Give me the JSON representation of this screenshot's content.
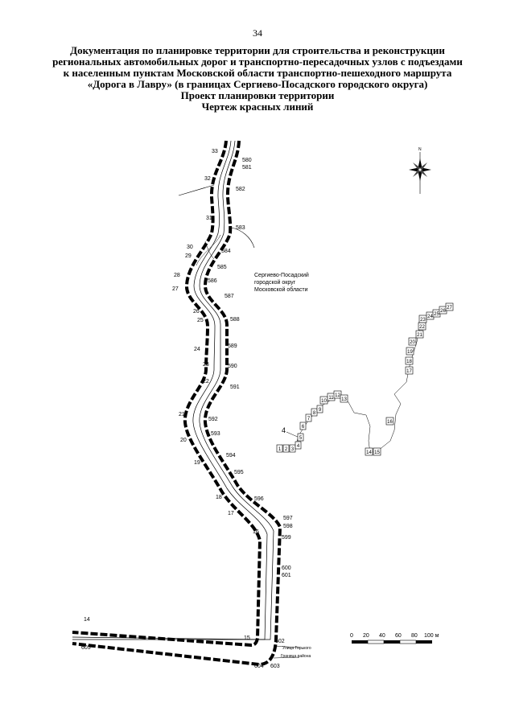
{
  "page_number": "34",
  "title_lines": [
    "Документация по планировке территории для строительства и реконструкции",
    "региональных автомобильных дорог и транспортно-пересадочных узлов с подъездами",
    "к населенным пунктам Московской области транспортно-пешеходного маршрута",
    "«Дорога в Лавру» (в границах Сергиево-Посадского городского округа)",
    "Проект планировки территории",
    "Чертеж красных линий"
  ],
  "region_label": [
    "Сергиево-Посадский",
    "городской округ",
    "Московской области"
  ],
  "north_label": "N",
  "left_points": [
    "33",
    "32",
    "31",
    "30",
    "29",
    "28",
    "27",
    "26",
    "25",
    "24",
    "23",
    "22",
    "21",
    "20",
    "19",
    "18",
    "17",
    "16",
    "15",
    "14",
    "605",
    "604"
  ],
  "right_points": [
    "580",
    "581",
    "582",
    "583",
    "584",
    "585",
    "586",
    "587",
    "588",
    "589",
    "590",
    "591",
    "592",
    "593",
    "594",
    "595",
    "596",
    "597",
    "598",
    "599",
    "600",
    "601",
    "602",
    "603"
  ],
  "street_labels": [
    "Улица Горького",
    "Граница района"
  ],
  "inset_label": "4",
  "inset_boxes": [
    "1",
    "2",
    "3",
    "4",
    "5",
    "6",
    "7",
    "8",
    "9",
    "10",
    "11",
    "12",
    "13",
    "14",
    "15",
    "16",
    "17",
    "18",
    "19",
    "20",
    "21",
    "22",
    "23",
    "24",
    "25",
    "26",
    "27"
  ],
  "scale_bar": {
    "labels": [
      "0",
      "20",
      "40",
      "60",
      "80",
      "100 м"
    ]
  }
}
